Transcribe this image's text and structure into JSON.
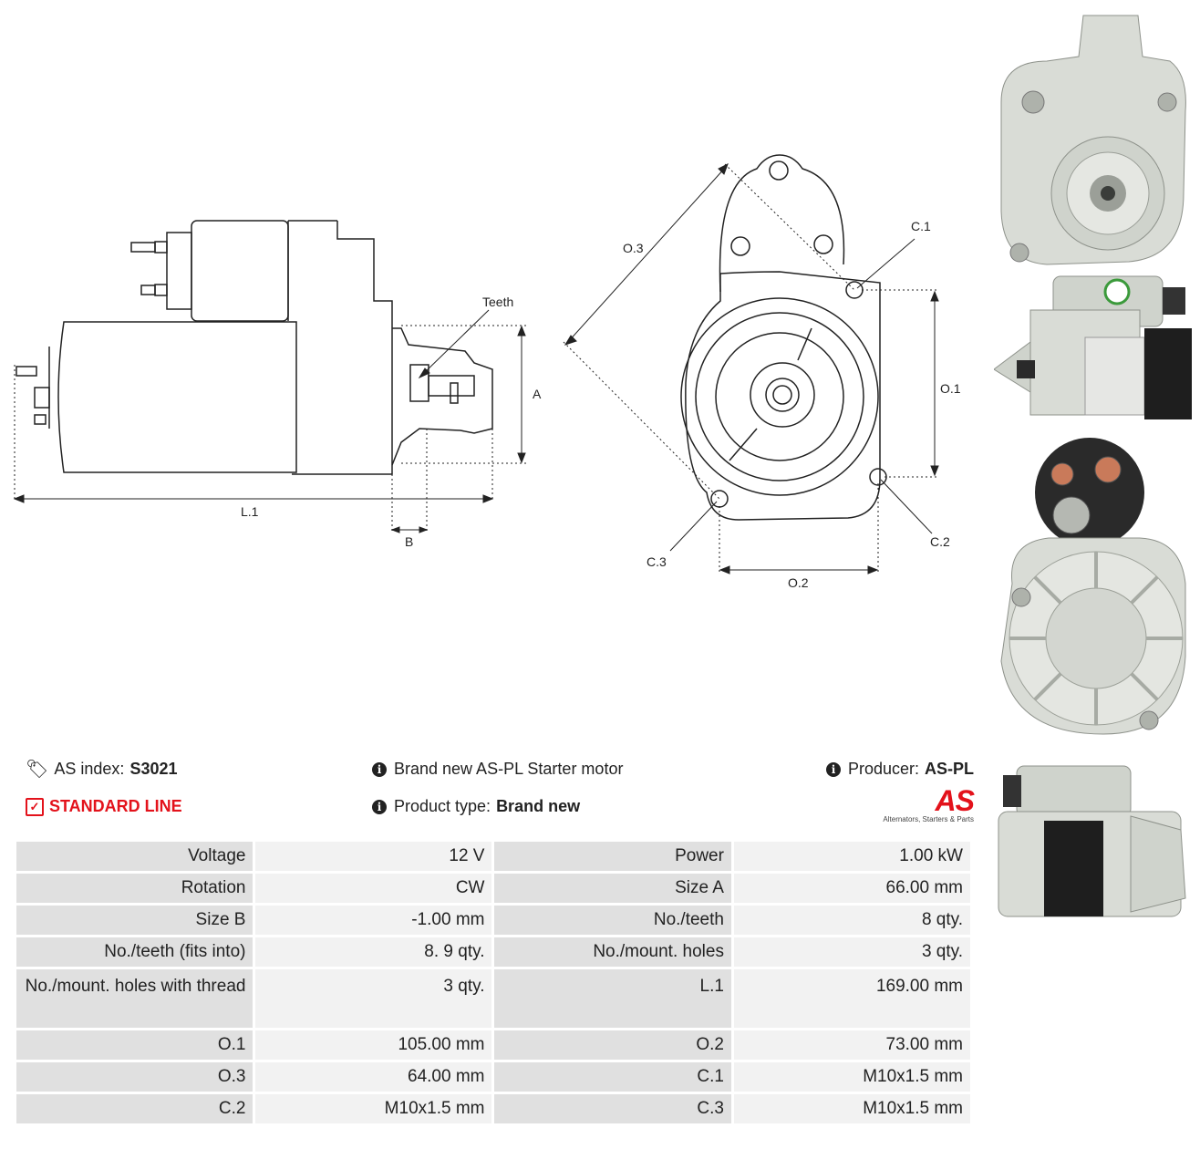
{
  "diagram": {
    "labels": {
      "teeth": "Teeth",
      "a": "A",
      "b": "B",
      "l1": "L.1",
      "o1": "O.1",
      "o2": "O.2",
      "o3": "O.3",
      "c1": "C.1",
      "c2": "C.2",
      "c3": "C.3"
    }
  },
  "info": {
    "as_index_label": "AS index:",
    "as_index_value": "S3021",
    "line_label": "STANDARD LINE",
    "brand_text": "Brand new AS-PL Starter motor",
    "product_type_label": "Product type:",
    "product_type_value": "Brand new",
    "producer_label": "Producer:",
    "producer_value": "AS-PL",
    "logo_text": "AS",
    "logo_tagline": "Alternators, Starters & Parts"
  },
  "specs": [
    {
      "l1": "Voltage",
      "v1": "12 V",
      "l2": "Power",
      "v2": "1.00 kW"
    },
    {
      "l1": "Rotation",
      "v1": "CW",
      "l2": "Size A",
      "v2": "66.00 mm"
    },
    {
      "l1": "Size B",
      "v1": "-1.00 mm",
      "l2": "No./teeth",
      "v2": "8 qty."
    },
    {
      "l1": "No./teeth (fits into)",
      "v1": "8. 9 qty.",
      "l2": "No./mount. holes",
      "v2": "3 qty."
    },
    {
      "l1": "No./mount. holes with thread",
      "v1": "3 qty.",
      "l2": "L.1",
      "v2": "169.00 mm"
    },
    {
      "l1": "O.1",
      "v1": "105.00 mm",
      "l2": "O.2",
      "v2": "73.00 mm"
    },
    {
      "l1": "O.3",
      "v1": "64.00 mm",
      "l2": "C.1",
      "v2": "M10x1.5 mm"
    },
    {
      "l1": "C.2",
      "v1": "M10x1.5 mm",
      "l2": "C.3",
      "v2": "M10x1.5 mm"
    }
  ],
  "colors": {
    "accent_red": "#e3121b",
    "label_cell": "#e0e0e0",
    "value_cell": "#f2f2f2",
    "metal": "#d9dcd6"
  }
}
